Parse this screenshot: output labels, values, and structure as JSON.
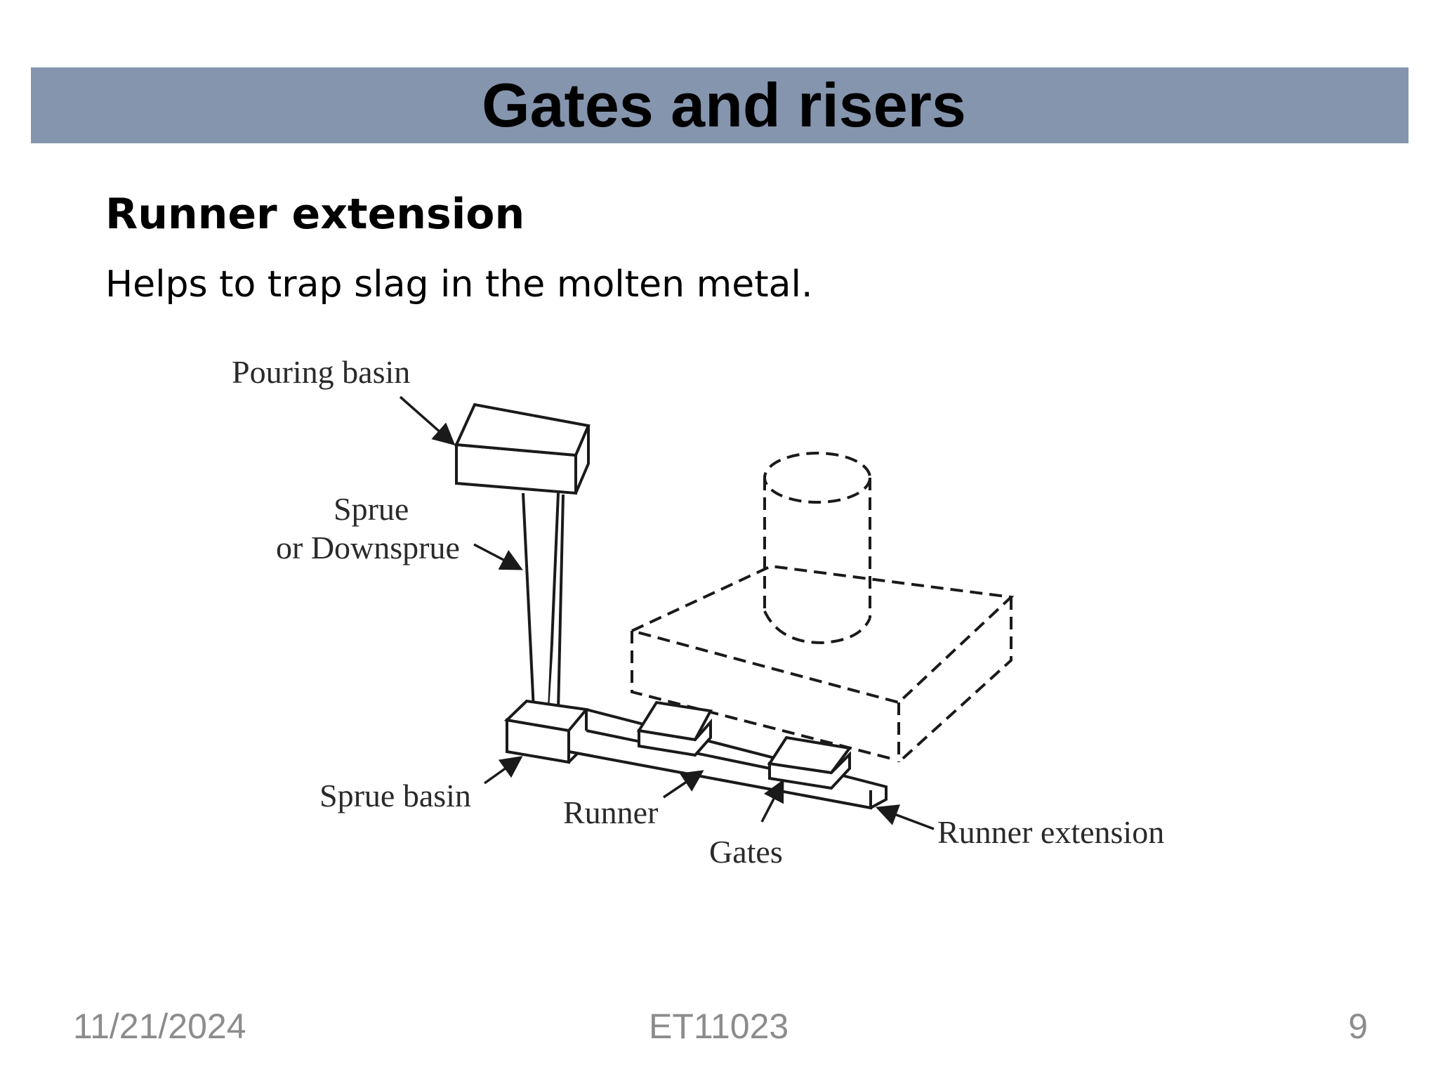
{
  "slide": {
    "title": "Gates and risers",
    "heading": "Runner extension",
    "body": "Helps to trap slag in the molten metal."
  },
  "figure": {
    "labels": {
      "pouring_basin": "Pouring basin",
      "sprue_line1": "Sprue",
      "sprue_line2": "or Downsprue",
      "sprue_basin": "Sprue basin",
      "runner": "Runner",
      "gates": "Gates",
      "runner_extension": "Runner extension"
    }
  },
  "footer": {
    "date": "11/21/2024",
    "code": "ET11023",
    "page": "9"
  },
  "colors": {
    "title_bar": "#8595ae",
    "footer_text": "#8c8c8c"
  }
}
